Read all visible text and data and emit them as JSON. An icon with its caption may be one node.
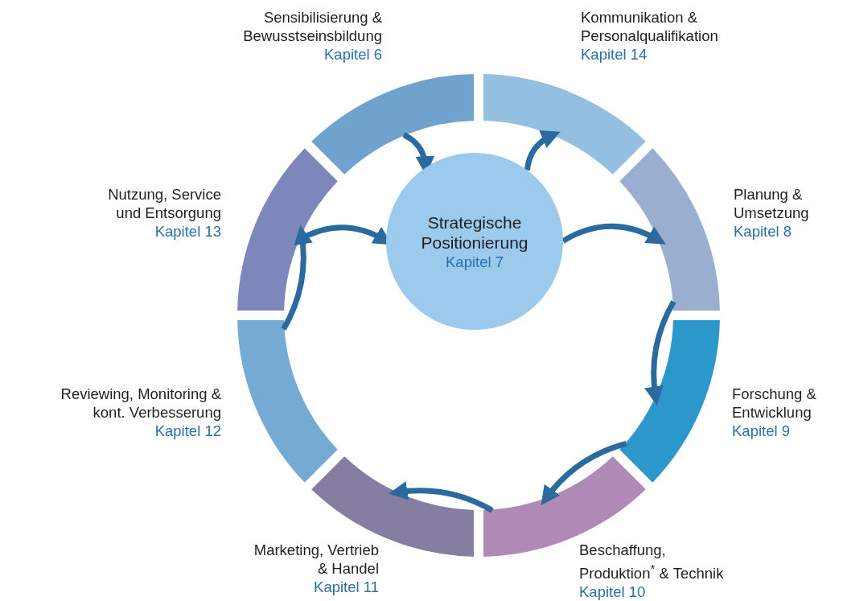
{
  "diagram": {
    "nodes": [
      {
        "text": [
          "Sensibilisierung & Bewusstseinsbildung",
          "Kapitel 6"
        ]
      },
      {
        "text": [
          "Kommunikation & Personalqualifikation",
          "Kapitel 14"
        ]
      },
      {
        "text": [
          "Nutzung, Service und Entsorgung",
          "Kapitel 13"
        ]
      },
      {
        "text": [
          "Strategische Positionierung",
          "Kapitel 7"
        ]
      },
      {
        "text": [
          "Planung & Umsetzung",
          "Kapitel 8"
        ]
      },
      {
        "text": [
          "Reviewing, Monitoring & kont. Verbesserung",
          "Kapitel 12"
        ]
      },
      {
        "text": [
          "Forschung & Entwicklung",
          "Kapitel 9"
        ]
      },
      {
        "text": [
          "Marketing, Vertrieb & Handel",
          "Kapitel 11"
        ]
      },
      {
        "text": [
          "Beschaffung, Produktion$^{*}$ & Technik",
          "Kapitel 10"
        ]
      }
    ],
    "edges": [
      {
        "from": 0,
        "to": 3,
        "arrow": "to"
      },
      {
        "from": 3,
        "to": 1,
        "arrow": "to"
      },
      {
        "from": 3,
        "to": 4,
        "arrow": "to"
      },
      {
        "from": 4,
        "to": 6,
        "arrow": "to"
      },
      {
        "from": 6,
        "to": 8,
        "arrow": "to"
      },
      {
        "from": 8,
        "to": 7,
        "arrow": "to"
      },
      {
        "from": 5,
        "to": 2,
        "arrow": "to"
      },
      {
        "from": 2,
        "to": 3,
        "arrow": "to"
      }
    ]
  }
}
